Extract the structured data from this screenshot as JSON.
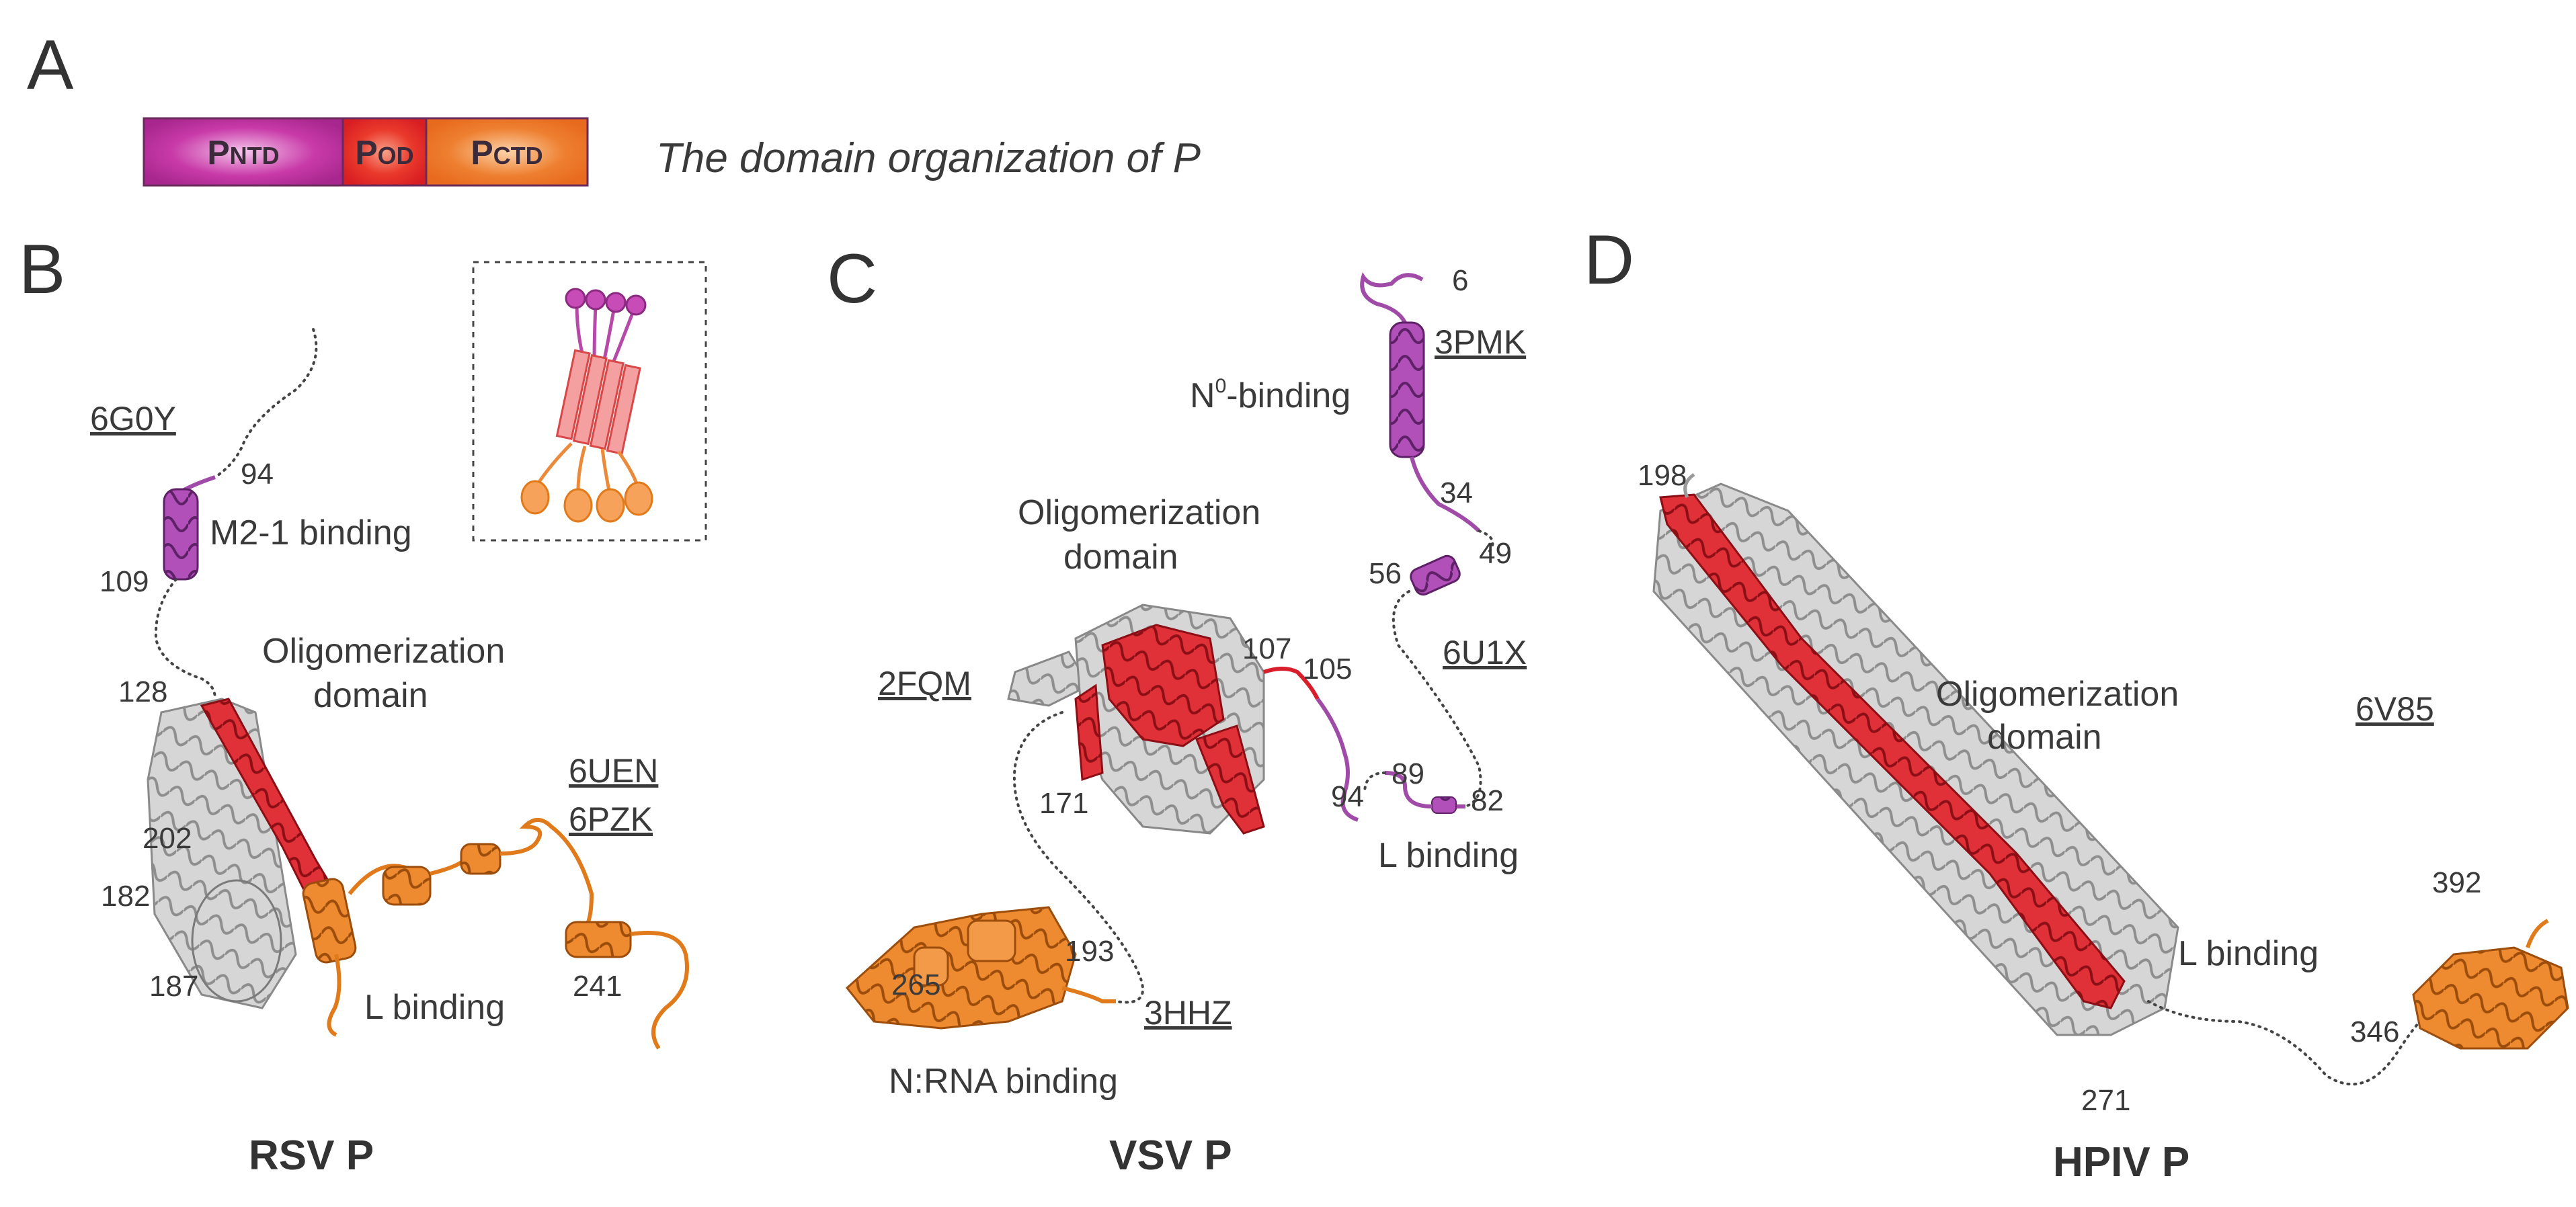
{
  "panels": {
    "a": {
      "letter": "A",
      "caption": "The domain organization of P",
      "domains": [
        {
          "name": "P",
          "sub": "NTD",
          "color": "#c63ba8"
        },
        {
          "name": "P",
          "sub": "OD",
          "color": "#e8302e"
        },
        {
          "name": "P",
          "sub": "CTD",
          "color": "#ec7a2c"
        }
      ]
    },
    "b": {
      "letter": "B",
      "pdb_ids": [
        "6G0Y",
        "6UEN",
        "6PZK"
      ],
      "labels": {
        "m21": "M2-1 binding",
        "olig1": "Oligomerization",
        "olig2": "domain",
        "l_binding": "L binding"
      },
      "residues": [
        "94",
        "109",
        "128",
        "202",
        "182",
        "187",
        "241"
      ],
      "title": "RSV P"
    },
    "c": {
      "letter": "C",
      "pdb_ids": [
        "3PMK",
        "6U1X",
        "2FQM",
        "3HHZ"
      ],
      "labels": {
        "n0": "N",
        "n0_sup": "0",
        "n0_rest": "-binding",
        "olig1": "Oligomerization",
        "olig2": "domain",
        "l_binding": "L binding",
        "nrna": "N:RNA binding"
      },
      "residues": [
        "6",
        "34",
        "49",
        "56",
        "107",
        "105",
        "89",
        "94",
        "82",
        "171",
        "193",
        "265"
      ],
      "title": "VSV P"
    },
    "d": {
      "letter": "D",
      "pdb_ids": [
        "6V85"
      ],
      "labels": {
        "olig1": "Oligomerization",
        "olig2": "domain",
        "l_binding": "L binding"
      },
      "residues": [
        "198",
        "392",
        "346",
        "271"
      ],
      "title": "HPIV P"
    }
  },
  "colors": {
    "ntd": "#a0409f",
    "od": "#d81e2a",
    "ctd": "#e07a1a",
    "grey": "#c8c8c8"
  }
}
